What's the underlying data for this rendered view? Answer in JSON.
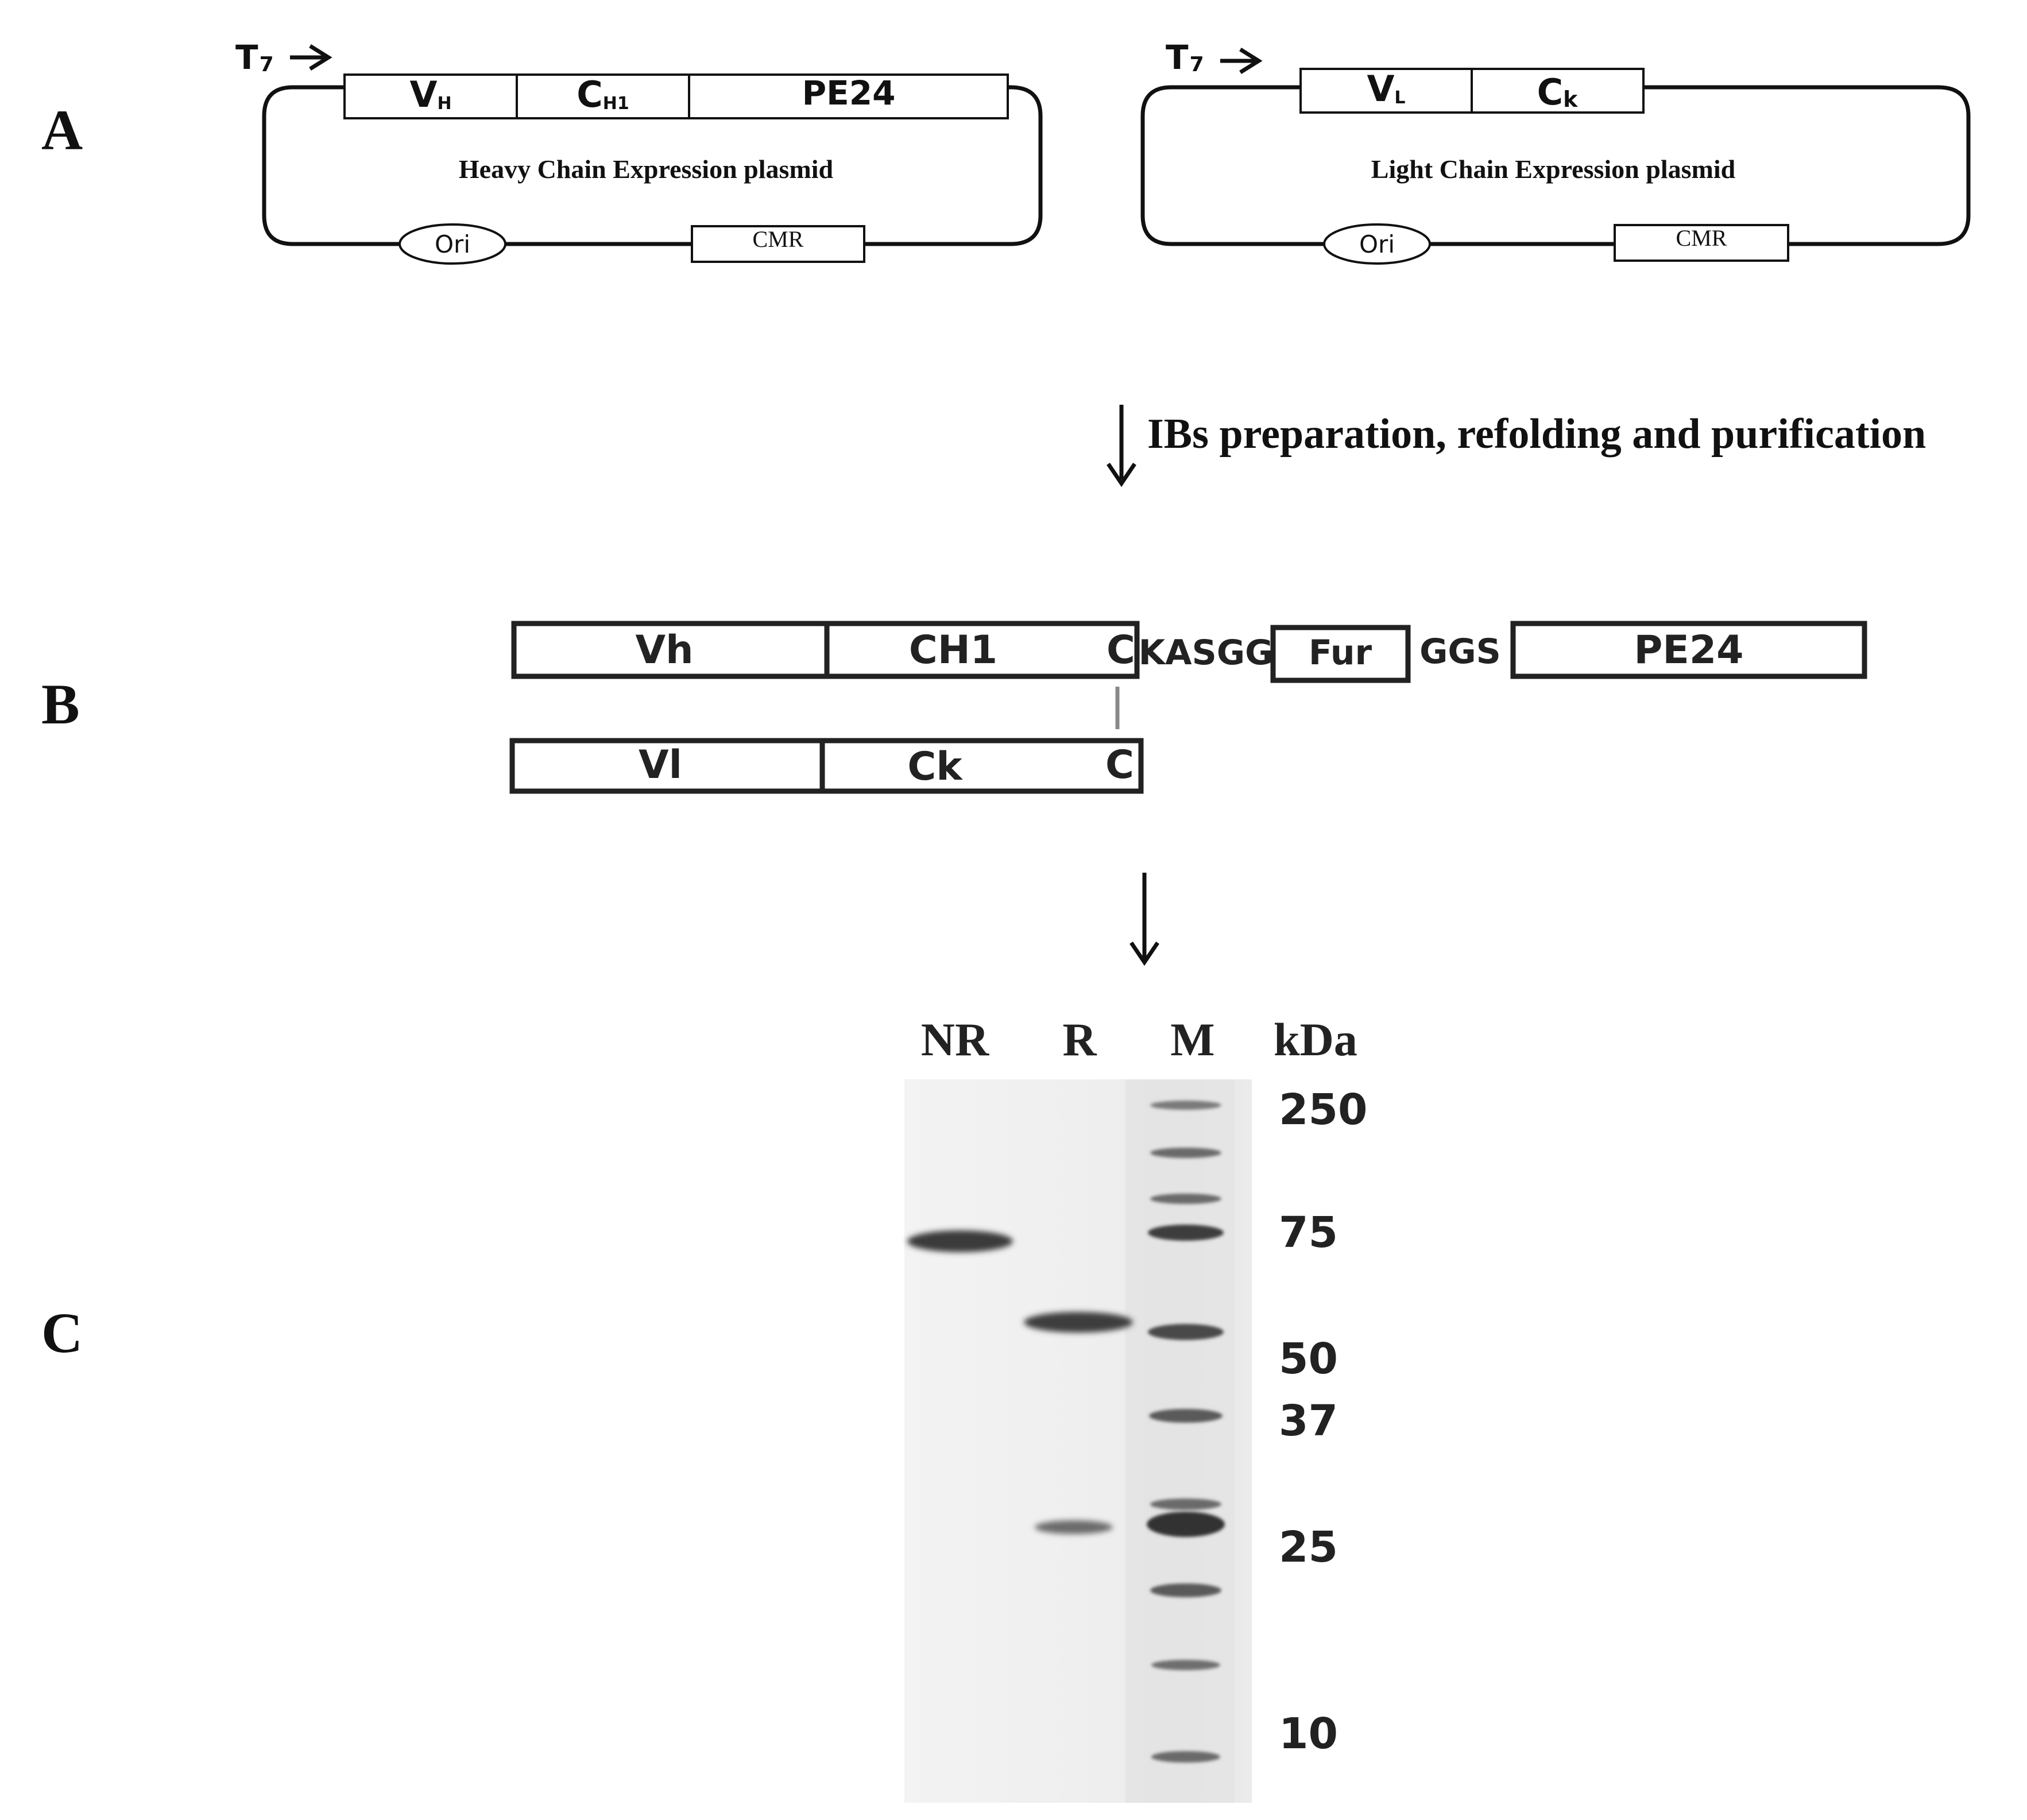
{
  "panels": {
    "a": "A",
    "b": "B",
    "c": "C"
  },
  "heavy_plasmid": {
    "promoter": "T",
    "promoter_sub": "7",
    "vh": "V",
    "vh_sub": "H",
    "ch1": "C",
    "ch1_sub": "H1",
    "pe24": "PE24",
    "name": "Heavy Chain Expression plasmid",
    "ori": "Ori",
    "cmr": "CMR"
  },
  "light_plasmid": {
    "promoter": "T",
    "promoter_sub": "7",
    "vl": "V",
    "vl_sub": "L",
    "ck": "C",
    "ck_sub": "k",
    "name": "Light Chain Expression plasmid",
    "ori": "Ori",
    "cmr": "CMR"
  },
  "process_step": "IBs preparation, refolding and purification",
  "construct": {
    "heavy": {
      "vh": "Vh",
      "ch1": "CH1",
      "cys": "C",
      "linker1": "KASGG",
      "fur": "Fur",
      "linker2": "GGS",
      "pe24": "PE24"
    },
    "light": {
      "vl": "Vl",
      "ck": "Ck",
      "cys": "C"
    }
  },
  "gel": {
    "lanes": [
      "NR",
      "R",
      "M"
    ],
    "unit": "kDa",
    "markers": [
      "250",
      "75",
      "50",
      "37",
      "25",
      "10"
    ]
  }
}
